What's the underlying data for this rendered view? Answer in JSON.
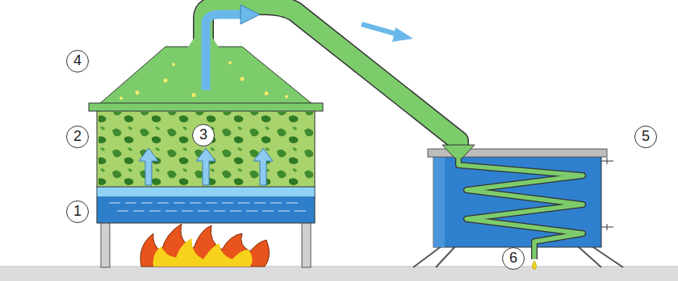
{
  "diagram": {
    "labels": [
      "4",
      "2",
      "3",
      "1",
      "5",
      "6"
    ]
  }
}
